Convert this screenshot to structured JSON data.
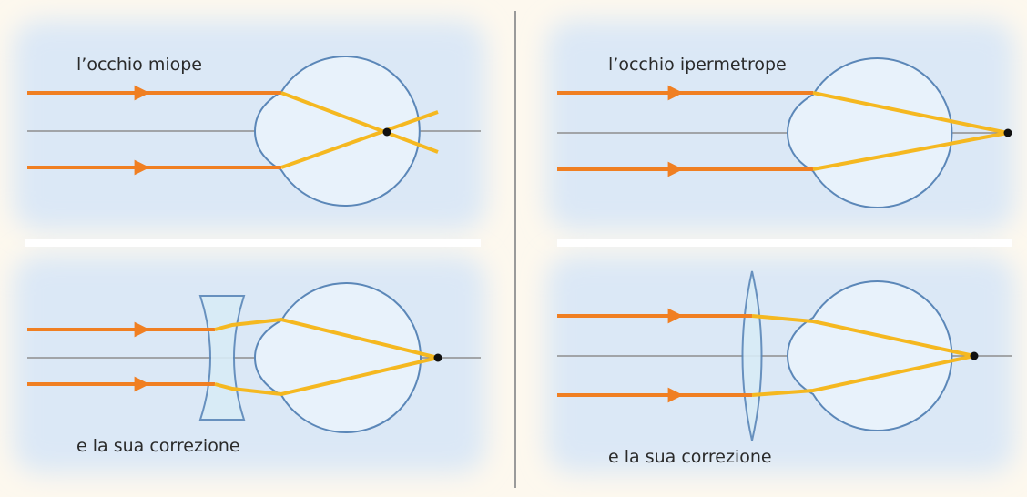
{
  "panels": [
    {
      "id": "myopic",
      "top_label": "l’occhio miope",
      "bottom_label": "e la sua correzione",
      "correction_lens": "concave-lens"
    },
    {
      "id": "hyperopic",
      "top_label": "l’occhio ipermetrope",
      "bottom_label": "e la sua correzione",
      "correction_lens": "convex-lens"
    }
  ],
  "colors": {
    "page_background": "#fdf8ee",
    "panel_glow": "#dbe8f6",
    "incoming_ray": "#f07f22",
    "refracted_ray": "#f5b820",
    "optical_axis": "#8e8e8e",
    "eye_outline": "#5b87b8",
    "eye_fill": "#e8f2fb",
    "lens_fill": "#d8ecf6",
    "focal_point": "#111111",
    "divider": "#9a9a9a"
  }
}
